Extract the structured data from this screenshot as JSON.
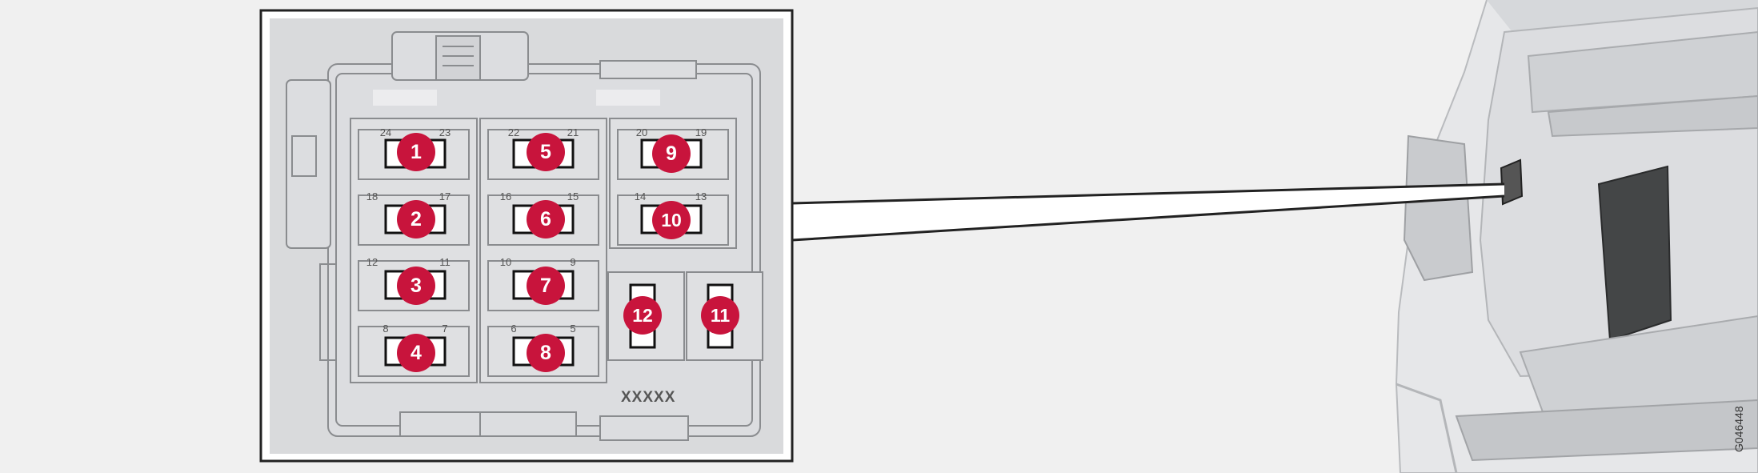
{
  "diagram": {
    "figure_id": "G046448",
    "box_code": "XXXXX",
    "fuse_markers": [
      "1",
      "2",
      "3",
      "4",
      "5",
      "6",
      "7",
      "8",
      "9",
      "10",
      "11",
      "12"
    ],
    "slot_numbers": [
      "24",
      "23",
      "22",
      "21",
      "20",
      "19",
      "18",
      "17",
      "16",
      "15",
      "14",
      "13",
      "12",
      "11",
      "10",
      "9",
      "8",
      "7",
      "6",
      "5"
    ],
    "colors": {
      "background": "#f0f0f0",
      "panel": "#d9dadc",
      "marker": "#c8143c",
      "outline": "#8a8c8f",
      "frame": "#222222"
    }
  }
}
